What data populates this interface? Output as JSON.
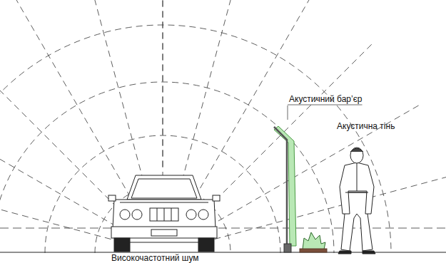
{
  "diagram": {
    "labels": [
      "Акустичний бар’єр",
      "Акустична тінь",
      "Високочастотний шум"
    ]
  }
}
